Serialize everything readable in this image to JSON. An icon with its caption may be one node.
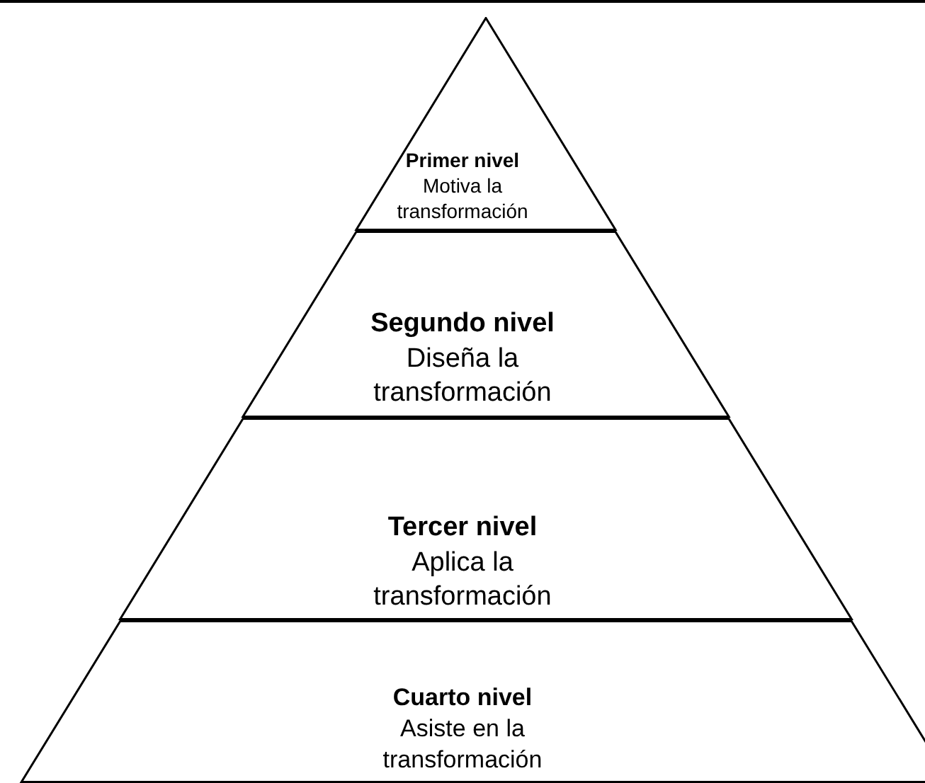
{
  "diagram": {
    "nodes": [
      {
        "text": [
          "Primer nivel",
          "Motiva la transformación"
        ]
      },
      {
        "text": [
          "Segundo nivel",
          "Diseña la transformación"
        ]
      },
      {
        "text": [
          "Tercer nivel",
          "Aplica la transformación"
        ]
      },
      {
        "text": [
          "Cuarto nivel",
          "Asiste en la transformación"
        ]
      }
    ]
  }
}
